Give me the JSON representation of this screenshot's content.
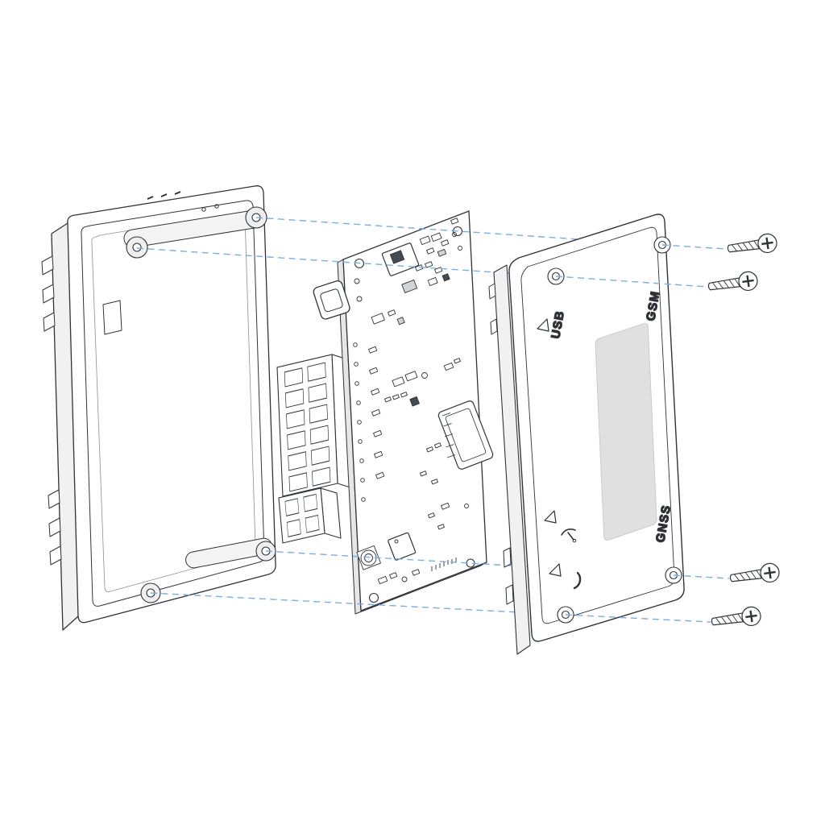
{
  "diagram": {
    "type": "exploded-assembly-drawing",
    "background": "#ffffff",
    "line_color": "#2f3338",
    "guide_line_color": "#79afe0",
    "label_recess_color": "#e0e0e0",
    "cover_labels": {
      "usb": "USB",
      "gsm": "GSM",
      "gnss": "GNSS"
    },
    "icons": [
      "triangle-marker",
      "gnss-antenna-icon",
      "gsm-call-icon",
      "phillips-screw-head"
    ],
    "parts": [
      "bottom-housing",
      "pin-socket-2x6",
      "pin-socket-2x2",
      "main-pcb",
      "micro-usb-port",
      "sim-card-holder",
      "top-cover",
      "screws"
    ],
    "screw_count": 4
  }
}
